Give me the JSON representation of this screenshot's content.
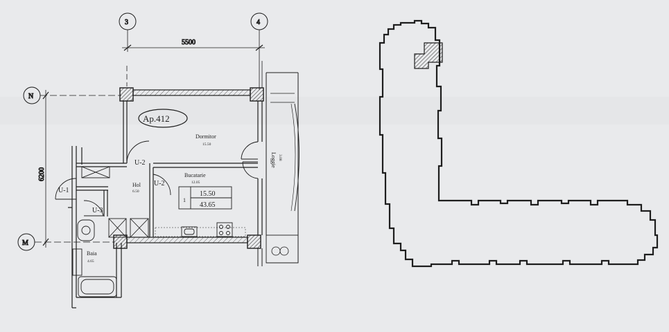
{
  "plan": {
    "apartment": "Ap.412",
    "grid": {
      "axis_3": "3",
      "axis_4": "4",
      "axis_N": "N",
      "axis_M": "M"
    },
    "dimensions": {
      "width": "5500",
      "height": "6200"
    },
    "rooms": {
      "dormitor": {
        "name": "Dormitor",
        "area": "15.50"
      },
      "bucatarie": {
        "name": "Bucatarie",
        "area": "12.05"
      },
      "hol": {
        "name": "Hol",
        "area": "6.50"
      },
      "loggie": {
        "name": "Loggie",
        "area": "3.08"
      },
      "baia": {
        "name": "Baia",
        "area": "4.65"
      }
    },
    "doors": {
      "u1": "U-1",
      "u2_top": "U-2",
      "u2_side": "U-2",
      "u3": "U-3"
    },
    "summary_table": {
      "rooms": "1",
      "living_area": "15.50",
      "total_area": "43.65"
    }
  },
  "key_plan": {
    "highlight": "apartment-location"
  },
  "colors": {
    "paper": "#e9eaec",
    "ink": "#1e1e1e"
  }
}
